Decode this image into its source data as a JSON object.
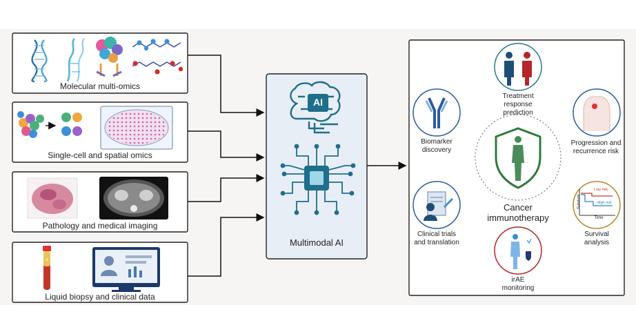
{
  "inputs": [
    {
      "label": "Molecular multi-omics"
    },
    {
      "label": "Single-cell and spatial omics"
    },
    {
      "label": "Pathology and medical imaging"
    },
    {
      "label": "Liquid biopsy and clinical data"
    }
  ],
  "center": {
    "label": "Multimodal AI",
    "chip_text": "AI"
  },
  "applications": {
    "core_label": "Cancer\nimmunotherapy",
    "items": [
      {
        "label": "Treatment\nresponse\nprediction"
      },
      {
        "label": "Biomarker\ndiscovery"
      },
      {
        "label": "Progression and\nrecurrence risk"
      },
      {
        "label": "Clinical trials\nand translation"
      },
      {
        "label": "Survival\nanalysis"
      },
      {
        "label": "irAE\nmonitoring"
      }
    ],
    "survival_chart": {
      "y_axis_label": "Survival",
      "x_axis_label": "Time",
      "curve_labels": [
        "Low risk",
        "High risk"
      ]
    }
  },
  "colors": {
    "panel_border": "#222222",
    "ai_box_fill": "#e8eef5",
    "teal": "#1e6e8c",
    "red": "#b3262b",
    "green": "#2f7a3a"
  }
}
